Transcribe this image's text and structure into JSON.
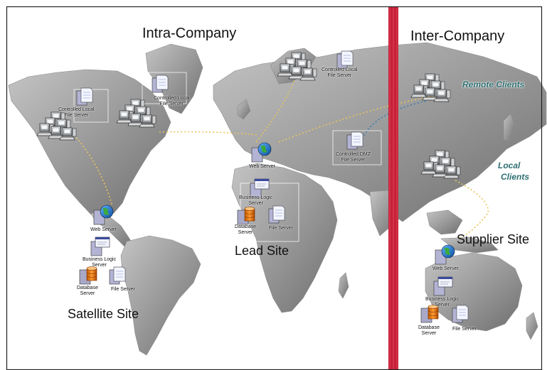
{
  "regions": {
    "intra": "Intra-Company",
    "inter": "Inter-Company"
  },
  "sites": {
    "lead": "Lead Site",
    "satellite": "Satellite Site",
    "supplier": "Supplier Site"
  },
  "clients": {
    "remote": "Remote Clients",
    "local_1": "Local",
    "local_2": "Clients"
  },
  "servers": {
    "ctrl_local_na_1": "Controlled Local",
    "ctrl_local_na_2": "File Server",
    "ctrl_local_ca_1": "Controlled Local",
    "ctrl_local_ca_2": "File Server",
    "ctrl_local_eu_1": "Controlled Local",
    "ctrl_local_eu_2": "File Server",
    "ctrl_dmz_1": "Controlled DMZ",
    "ctrl_dmz_2": "File Server",
    "lead_web": "Web Server",
    "lead_logic_1": "Business Logic",
    "lead_logic_2": "Server",
    "lead_db_1": "Database",
    "lead_db_2": "Server",
    "lead_file": "File Server",
    "sat_web": "Web Server",
    "sat_logic_1": "Business Logic",
    "sat_logic_2": "Server",
    "sat_db_1": "Database",
    "sat_db_2": "Server",
    "sat_file": "File Server",
    "sup_web": "Web Server",
    "sup_logic_1": "Business Logic",
    "sup_logic_2": "Server",
    "sup_db_1": "Database",
    "sup_db_2": "Server",
    "sup_file": "File Server"
  },
  "colors": {
    "divider": "#c8203a",
    "link_yellow": "#e8c45a",
    "link_blue": "#3a7fb0",
    "client_label": "#2e6f72"
  }
}
